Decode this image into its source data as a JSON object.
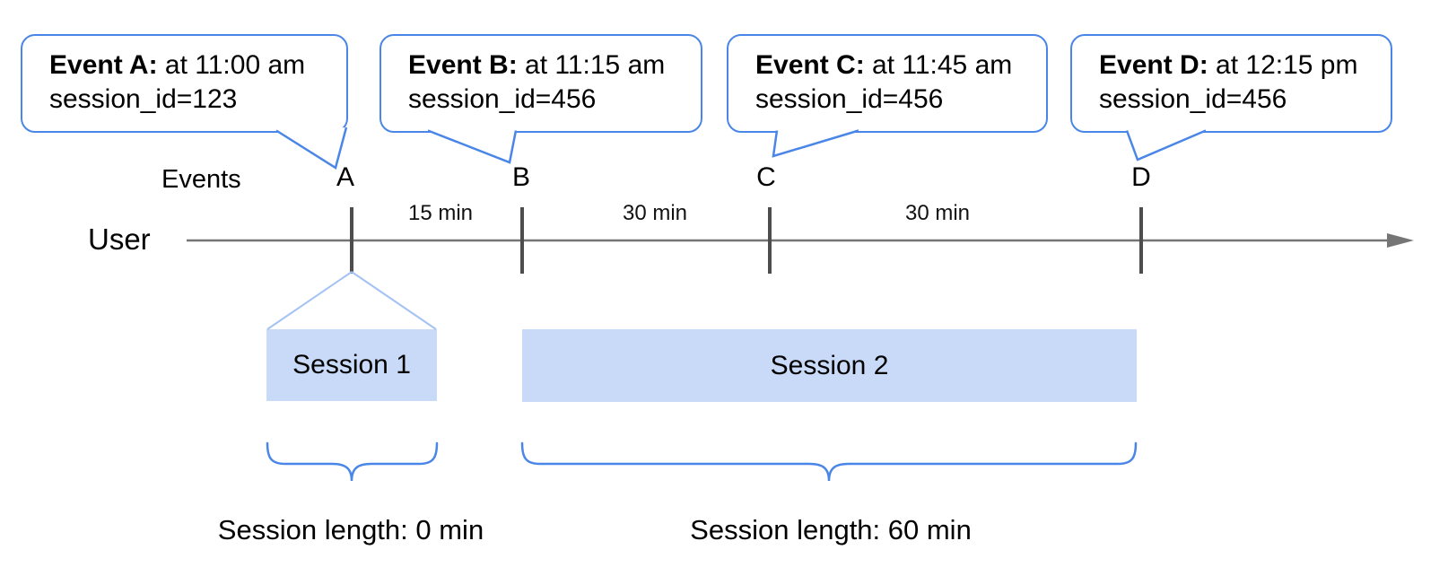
{
  "bubbles": [
    {
      "title": "Event A:",
      "time": "at 11:00 am",
      "session": "session_id=123"
    },
    {
      "title": "Event B:",
      "time": "at 11:15 am",
      "session": "session_id=456"
    },
    {
      "title": "Event C:",
      "time": "at 11:45 am",
      "session": "session_id=456"
    },
    {
      "title": "Event D:",
      "time": "at 12:15 pm",
      "session": "session_id=456"
    }
  ],
  "timeline": {
    "events_label": "Events",
    "user_label": "User",
    "ticks": [
      "A",
      "B",
      "C",
      "D"
    ],
    "intervals": [
      "15 min",
      "30 min",
      "30 min"
    ]
  },
  "sessions": [
    {
      "label": "Session 1",
      "length": "Session length: 0 min"
    },
    {
      "label": "Session 2",
      "length": "Session length: 60 min"
    }
  ],
  "colors": {
    "bubble_border": "#4a86e8",
    "brace": "#4a86e8",
    "session_fill": "#c9daf8",
    "funnel_line": "#a4c2f4",
    "timeline_line": "#757575",
    "tick_mark": "#4d4d4d",
    "text": "#000000"
  }
}
